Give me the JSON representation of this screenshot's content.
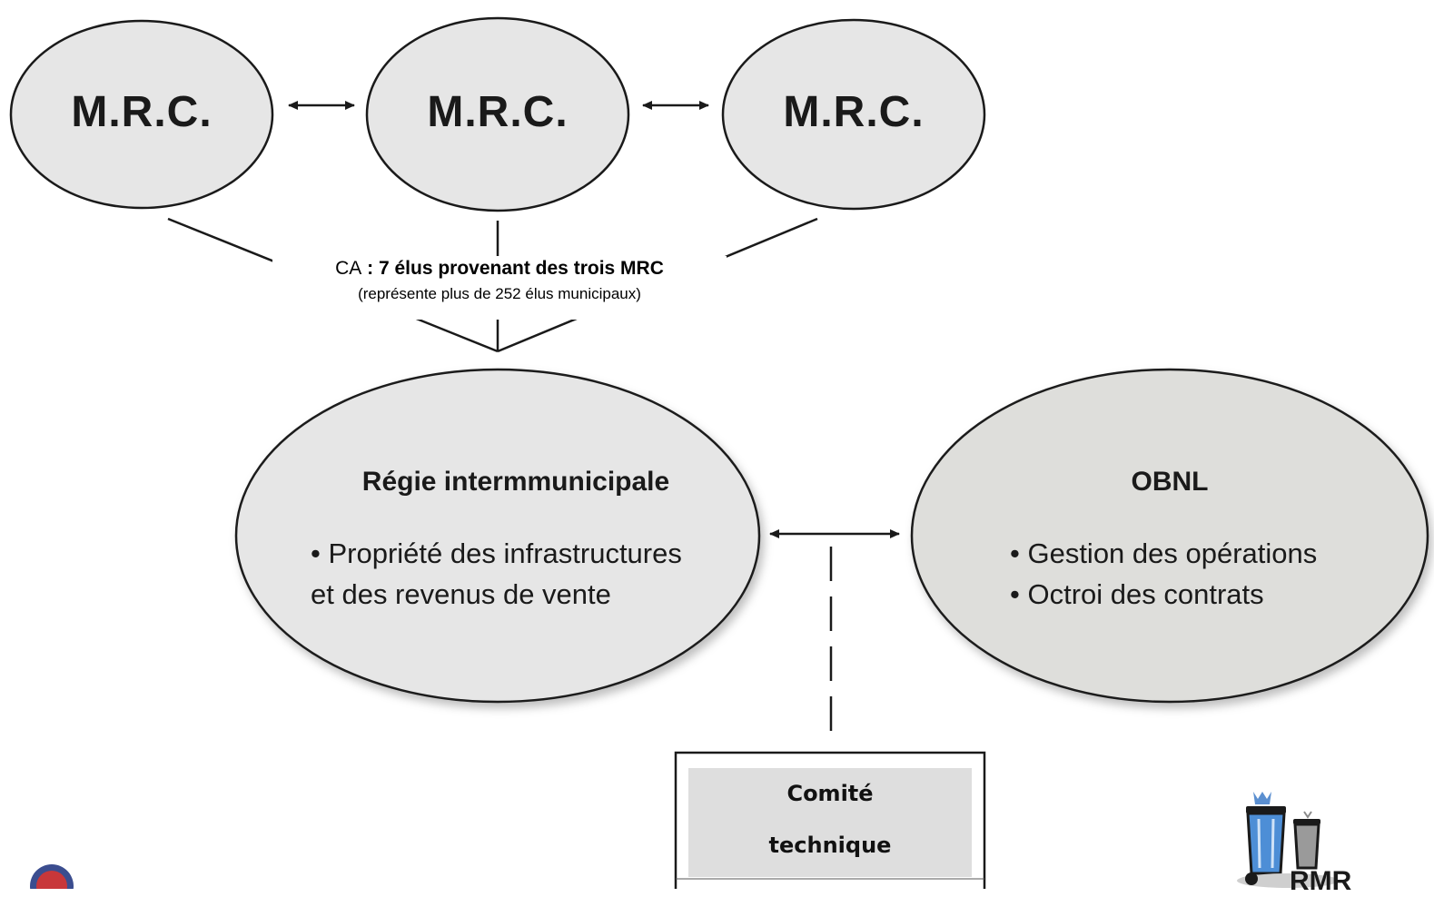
{
  "mrc_nodes": [
    {
      "label": "M.R.C."
    },
    {
      "label": "M.R.C."
    },
    {
      "label": "M.R.C."
    }
  ],
  "council": {
    "prefix": "CA",
    "title": " : 7 élus provenant des trois MRC",
    "subtitle": "(représente  plus de 252 élus municipaux)"
  },
  "regie": {
    "title": "Régie intermmunicipale",
    "bullet_line1": "• Propriété des infrastructures",
    "bullet_line2": "et des revenus de vente"
  },
  "obnl": {
    "title": "OBNL",
    "bullets": [
      "• Gestion des opérations",
      "• Octroi des contrats"
    ]
  },
  "comite": {
    "line1": "Comité",
    "line2": "technique"
  },
  "logo_text": "RMR",
  "colors": {
    "ellipse_fill": "#e6e6e6",
    "obnl_fill": "#dededb",
    "stroke": "#1a1a1a",
    "box_fill": "#dedede"
  }
}
